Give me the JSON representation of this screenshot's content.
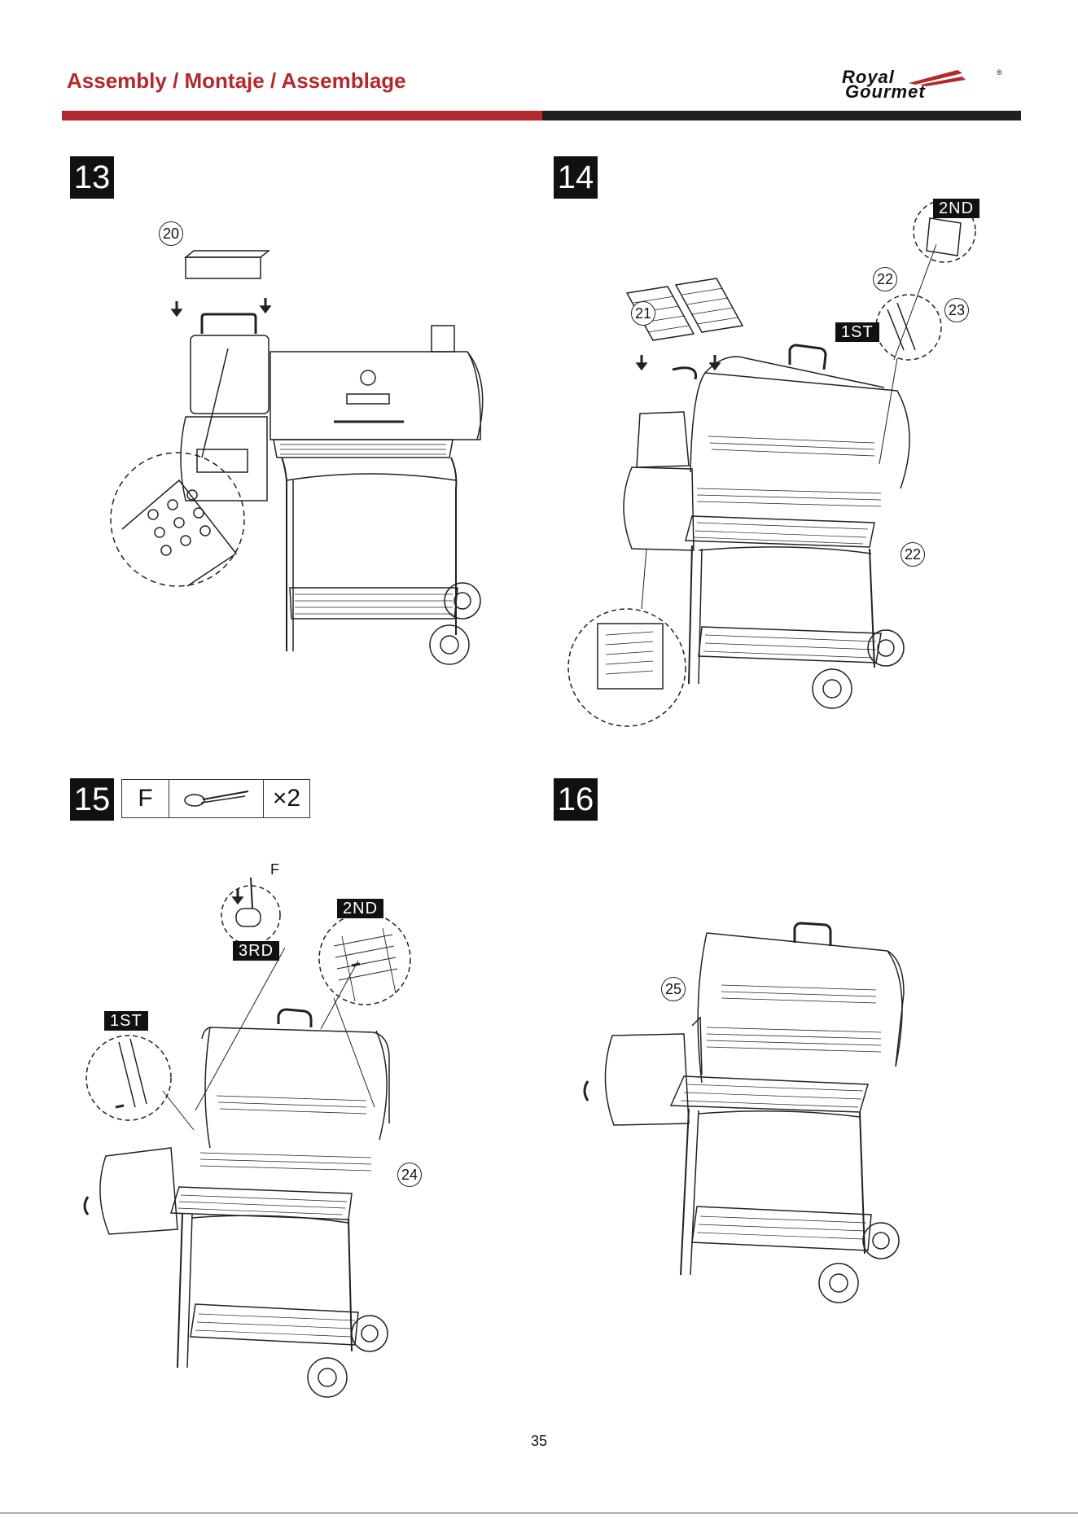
{
  "header": {
    "title": "Assembly / Montaje / Assemblage",
    "brand_line1": "Royal",
    "brand_line2": "Gourmet",
    "registered_mark": "®",
    "accent_color": "#b32a2e",
    "dark_color": "#231f20"
  },
  "steps": [
    {
      "number": "13",
      "callouts": [
        "20"
      ]
    },
    {
      "number": "14",
      "callouts": [
        "21",
        "22",
        "23",
        "22"
      ],
      "tags": [
        "2ND",
        "1ST"
      ]
    },
    {
      "number": "15",
      "callouts": [
        "24"
      ],
      "tags": [
        "2ND",
        "3RD",
        "1ST"
      ],
      "hardware_letter": "F",
      "parts": {
        "letter": "F",
        "icon": "hitch-pin-icon",
        "quantity": "×2"
      }
    },
    {
      "number": "16",
      "callouts": [
        "25"
      ]
    }
  ],
  "footer": {
    "page_number": "35"
  }
}
